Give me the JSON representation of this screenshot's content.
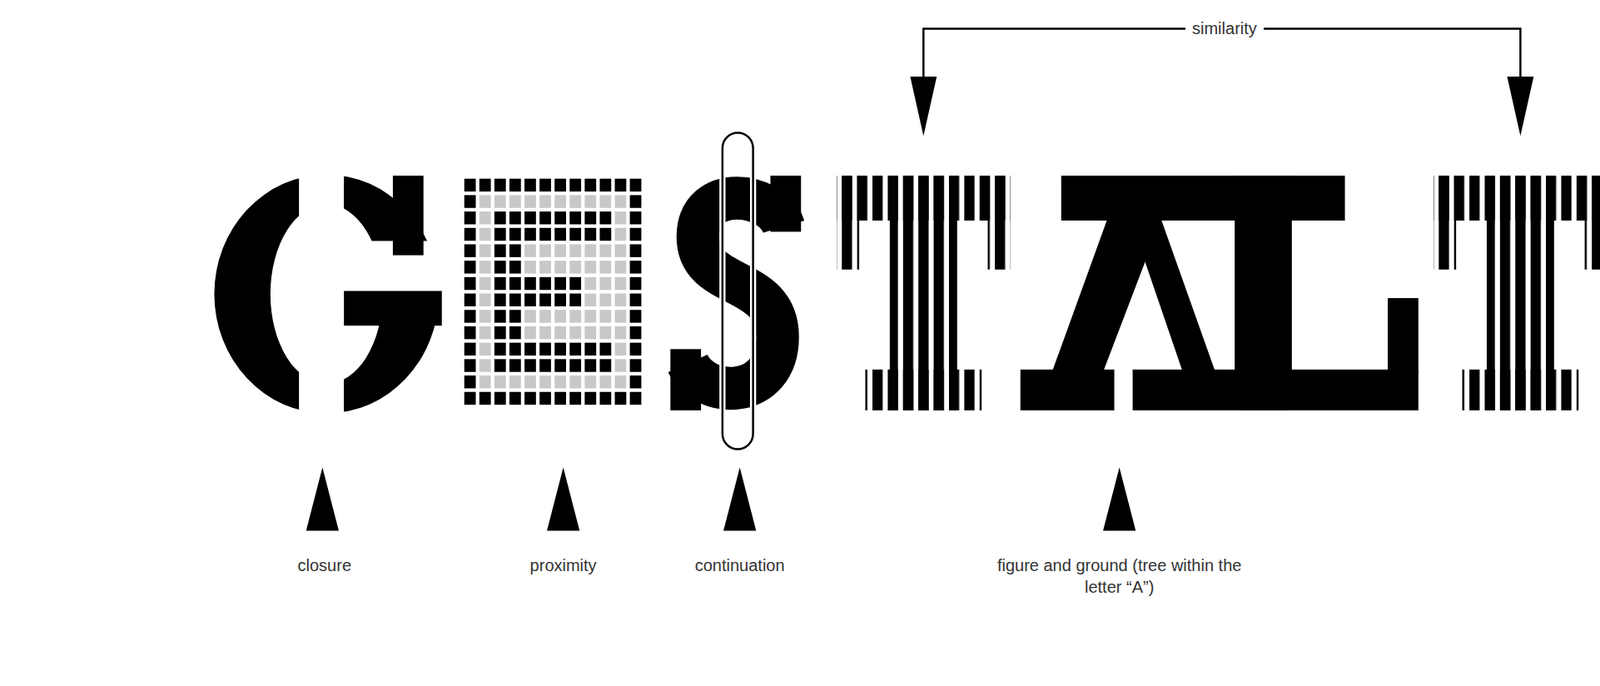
{
  "diagram": {
    "labels": [
      "similarity",
      "closure",
      "proximity",
      "continuation",
      "figure and ground (tree within the letter “A”)"
    ]
  }
}
